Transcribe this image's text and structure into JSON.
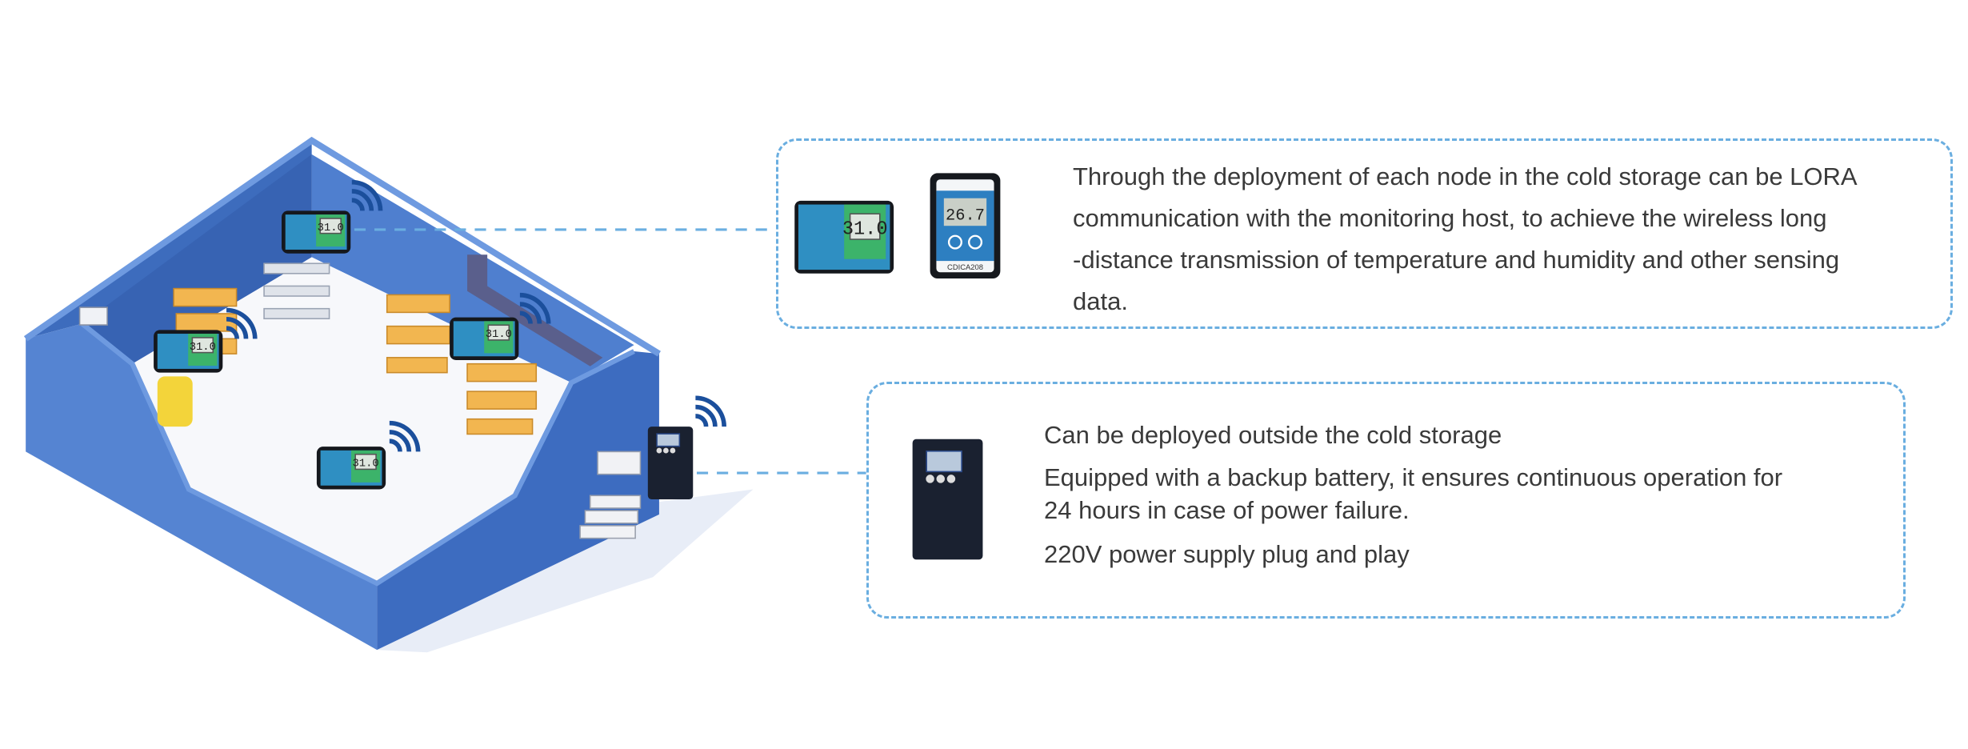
{
  "node_panel": {
    "description_lines": [
      "Through the deployment of each node in the cold storage can be LORA",
      " communication with the monitoring host, to achieve the wireless long",
      "-distance transmission of temperature and humidity and other sensing",
      "data."
    ],
    "tablet_display": "31.0",
    "logger_display": "26.7",
    "logger_label": "CDICA208"
  },
  "host_panel": {
    "lines": [
      "Can be deployed outside the cold storage",
      "Equipped with a backup battery, it ensures continuous operation for",
      "24 hours in case of power failure.",
      "220V power supply plug and play"
    ]
  },
  "warehouse": {
    "node_display": "31.0",
    "icons": [
      "wifi-signal-icon",
      "temperature-humidity-node-icon",
      "monitoring-host-icon"
    ]
  },
  "colors": {
    "wall": "#3f6fc0",
    "wall_inner": "#4b7bcb",
    "rim": "#6e9ae0",
    "dashed_border": "#6aaee0",
    "signal": "#1b4f9c",
    "text": "#3a3a3a"
  }
}
